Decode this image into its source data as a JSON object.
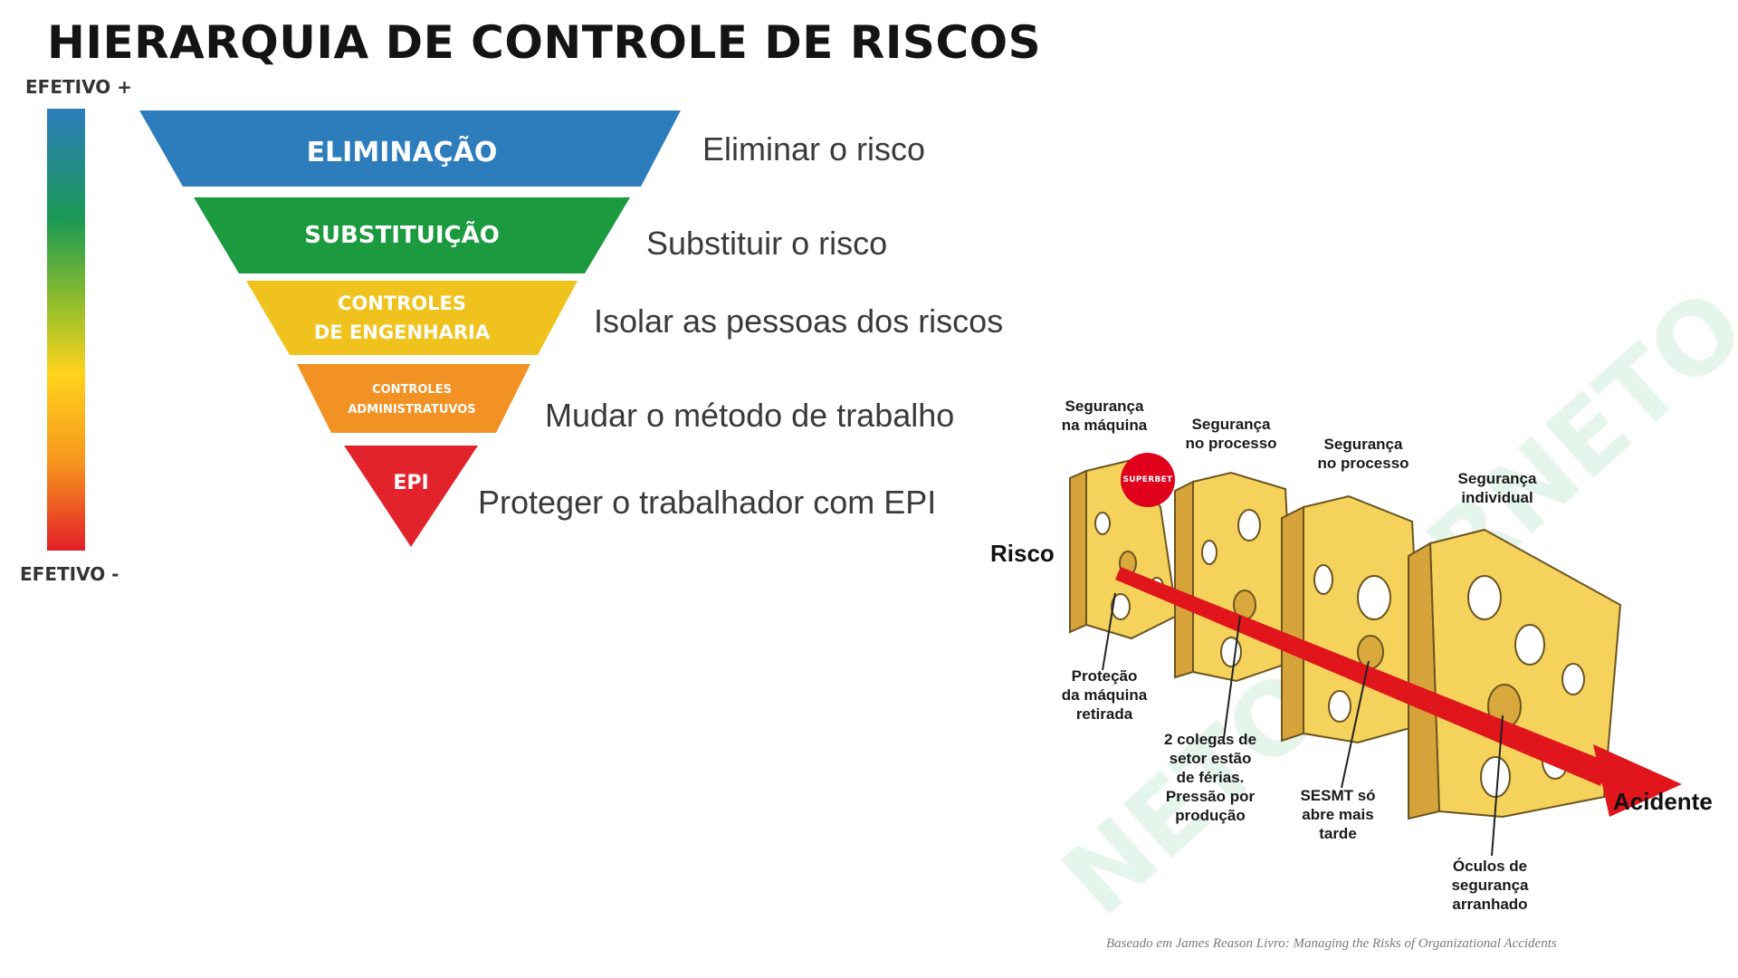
{
  "title": "HIERARQUIA DE CONTROLE DE RISCOS",
  "effectiveness": {
    "top": "EFETIVO +",
    "bottom": "EFETIVO -"
  },
  "pyramid": [
    {
      "label": "ELIMINAÇÃO",
      "description": "Eliminar o risco",
      "color": "#2d7dbd"
    },
    {
      "label": "SUBSTITUIÇÃO",
      "description": "Substituir o risco",
      "color": "#1c9a3f"
    },
    {
      "label": "CONTROLES DE ENGENHARIA",
      "description": "Isolar as pessoas dos riscos",
      "color": "#efc21e"
    },
    {
      "label": "CONTROLES ADMINISTRATUVOS",
      "description": "Mudar o método de trabalho",
      "color": "#f29224"
    },
    {
      "label": "EPI",
      "description": "Proteger o trabalhador com EPI",
      "color": "#e2232b"
    }
  ],
  "cheese": {
    "risk": "Risco",
    "accident": "Acidente",
    "badge": "SUPERBET",
    "layers": [
      {
        "header": "Segurança\nna máquina",
        "failure": "Proteção\nda máquina\nretirada"
      },
      {
        "header": "Segurança\nno processo",
        "failure": "2 colegas de\nsetor estão\nde férias.\nPressão por\nprodução"
      },
      {
        "header": "Segurança\nno processo",
        "failure": "SESMT só\nabre mais\ntarde"
      },
      {
        "header": "Segurança\nindividual",
        "failure": "Óculos de\nsegurança\narranhado"
      }
    ],
    "credit": "Baseado em James Reason Livro: Managing the Risks of Organizational Accidents",
    "watermark": "NETO TORNETO"
  }
}
